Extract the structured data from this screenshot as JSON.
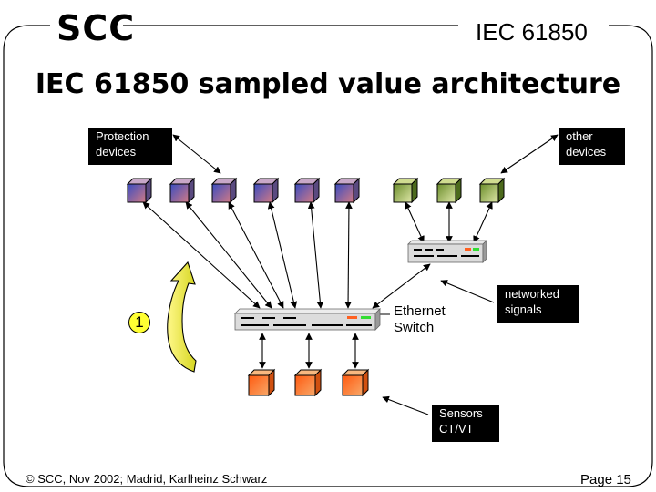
{
  "header": {
    "brand": "SCC",
    "standard": "IEC 61850",
    "title": "IEC 61850 sampled value architecture"
  },
  "labels": {
    "protection_devices": [
      "Protection",
      "devices"
    ],
    "other_devices": [
      "other",
      "devices"
    ],
    "ethernet_switch": [
      "Ethernet",
      "Switch"
    ],
    "networked_signals": [
      "networked",
      "signals"
    ],
    "sensors": [
      "Sensors",
      "CT/VT"
    ],
    "step_number": "1"
  },
  "footer": {
    "copyright": "© SCC, Nov 2002; Madrid, Karlheinz Schwarz",
    "page": "Page 15"
  },
  "colors": {
    "protection_device_gradient": [
      "#3a4cc0",
      "#d17a85"
    ],
    "other_device_gradient": [
      "#7a9a3a",
      "#d8e2a0"
    ],
    "sensor_gradient": [
      "#ff6a1a",
      "#f6a060"
    ],
    "arrow_fill": "#e8e830",
    "led_red": "#ff6020",
    "led_green": "#33dd33"
  }
}
